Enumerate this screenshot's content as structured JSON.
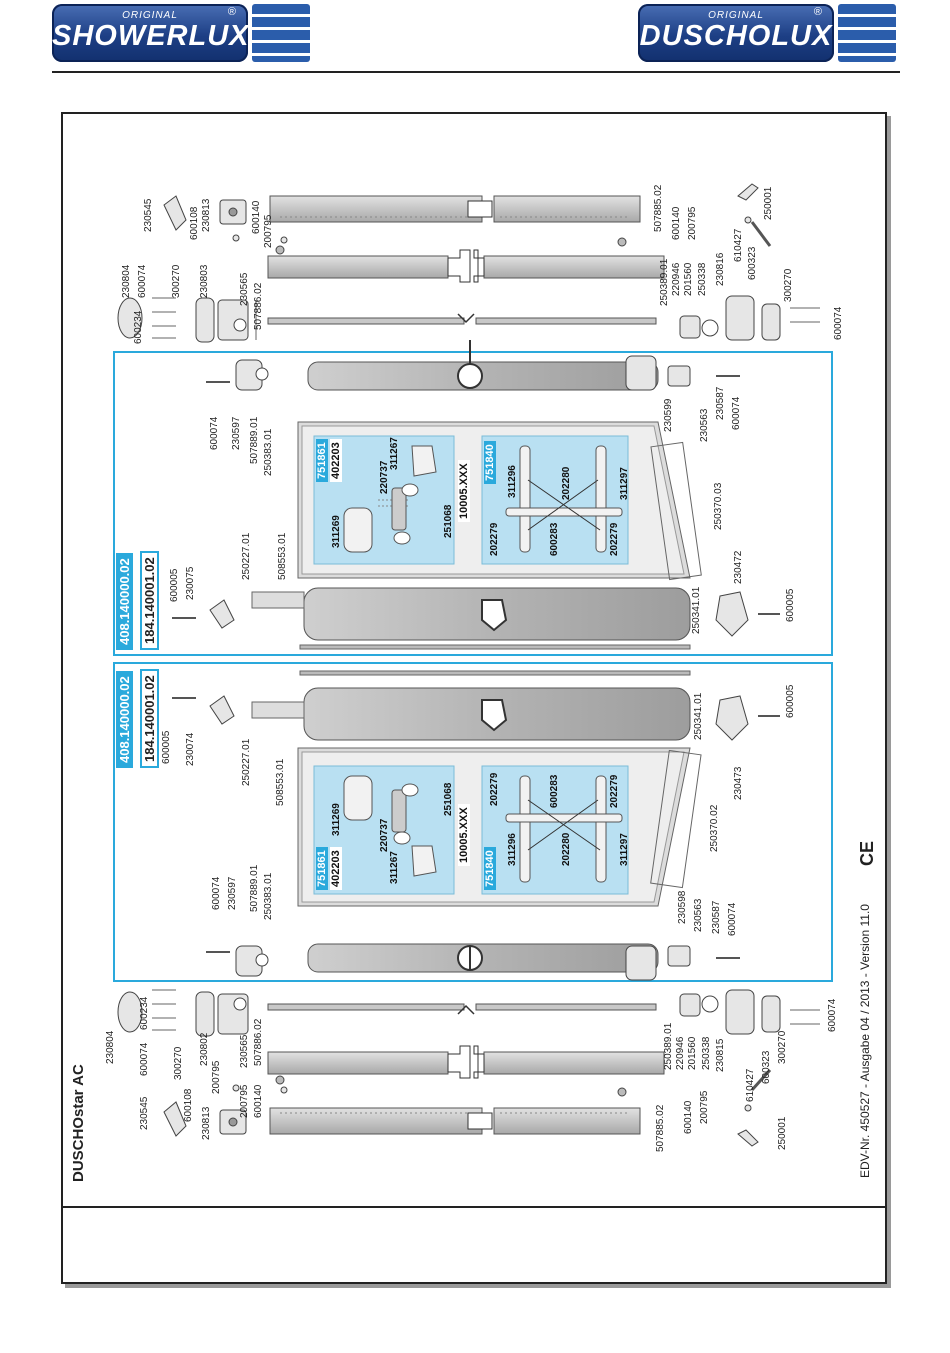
{
  "header": {
    "left_logo": {
      "original": "ORIGINAL",
      "name": "SHOWERLUX",
      "reg": "®"
    },
    "right_logo": {
      "original": "ORIGINAL",
      "name": "DUSCHOLUX",
      "reg": "®"
    }
  },
  "title": "DUSCHOstar AC",
  "footer": {
    "edv": "EDV-Nr. 450527  - Ausgabe 04 / 2013 - Version 11.0",
    "ce": "CE"
  },
  "panels": [
    {
      "article": "408.140000.02",
      "sub_article": "184.140001.02"
    },
    {
      "article": "408.140000.02",
      "sub_article": "184.140001.02"
    }
  ],
  "insets": {
    "handle_kit": "751840",
    "knob_kit": "751861",
    "knob_sub": "402203",
    "glass": "10005.XXX"
  },
  "labels": {
    "lower_rail": [
      "230804",
      "600074",
      "230545",
      "600108",
      "230813",
      "300270",
      "230802",
      "200795",
      "230565",
      "507886.02",
      "600140",
      "200795",
      "600234",
      "507885.02",
      "600140",
      "200795",
      "250389.01",
      "220946",
      "201560",
      "250338",
      "230815",
      "300270",
      "600323",
      "610427",
      "250001",
      "600074"
    ],
    "lower_panel": [
      "600074",
      "230597",
      "507889.01",
      "250383.01",
      "250227.01",
      "508553.01",
      "600005",
      "230074",
      "250341.01",
      "600005",
      "230473",
      "250370.02",
      "230598",
      "230563",
      "230587",
      "600074"
    ],
    "lower_inset": [
      "311269",
      "220737",
      "311267",
      "251068",
      "202279",
      "600283",
      "202279",
      "311296",
      "202280",
      "311297"
    ],
    "upper_panel": [
      "600005",
      "230075",
      "250227.01",
      "508553.01",
      "250341.01",
      "230472",
      "600005",
      "600074",
      "230597",
      "507889.01",
      "250383.01",
      "250370.03",
      "230599",
      "230563",
      "230587",
      "600074"
    ],
    "upper_inset": [
      "311269",
      "220737",
      "311267",
      "251068",
      "202279",
      "600283",
      "202279",
      "311296",
      "202280",
      "311297"
    ],
    "upper_rail": [
      "230545",
      "230813",
      "600108",
      "600140",
      "200795",
      "230804",
      "600074",
      "300270",
      "230803",
      "600234",
      "230565",
      "507886.02",
      "507885.02",
      "600140",
      "200795",
      "250001",
      "610427",
      "600323",
      "230816",
      "250389.01",
      "220946",
      "201560",
      "250338",
      "300270",
      "600074"
    ]
  }
}
